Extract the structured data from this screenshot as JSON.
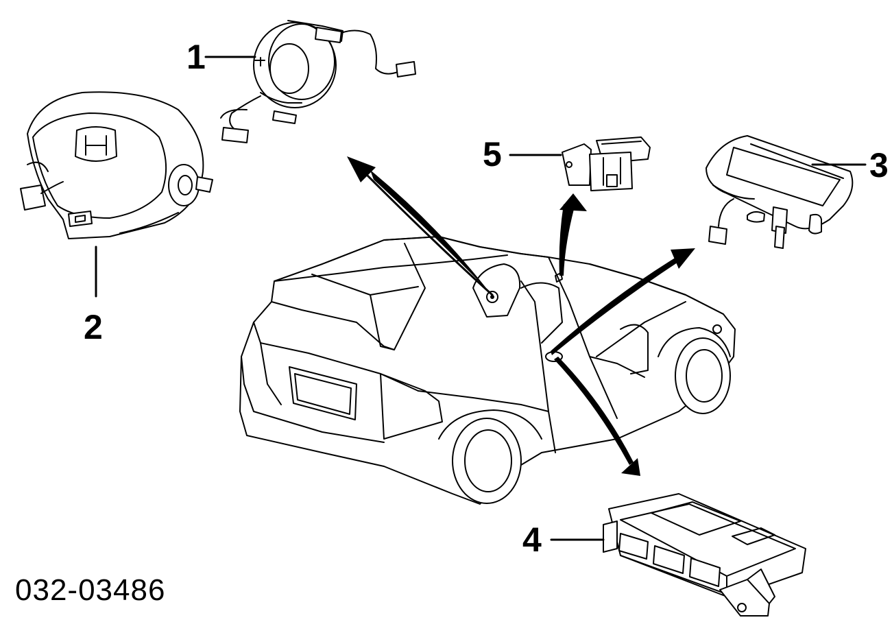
{
  "diagram": {
    "part_number": "032-03486",
    "callouts": [
      {
        "id": "1",
        "label": "1"
      },
      {
        "id": "2",
        "label": "2"
      },
      {
        "id": "3",
        "label": "3"
      },
      {
        "id": "4",
        "label": "4"
      },
      {
        "id": "5",
        "label": "5"
      }
    ]
  }
}
